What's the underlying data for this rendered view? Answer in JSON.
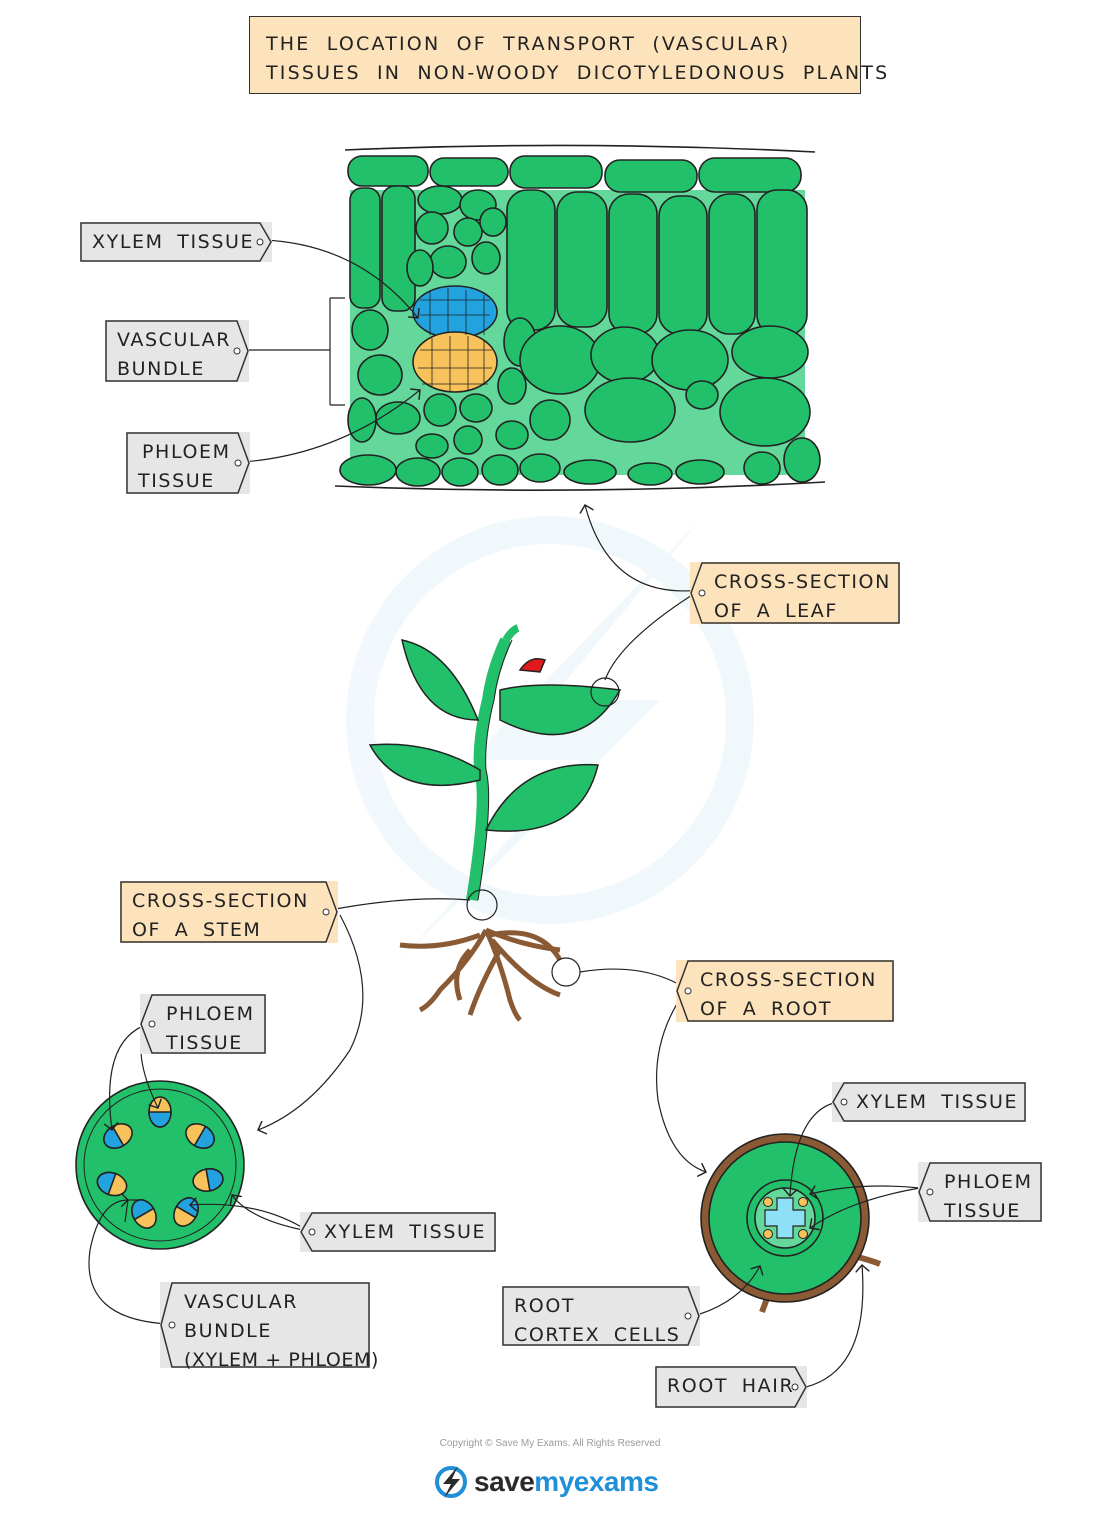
{
  "title": {
    "line1": "THE  LOCATION  OF  TRANSPORT  (VASCULAR)",
    "line2": "TISSUES  IN  NON-WOODY  DICOTYLEDONOUS  PLANTS"
  },
  "leaf_labels": {
    "xylem": "XYLEM TISSUE",
    "vascular_1": "VASCULAR",
    "vascular_2": "BUNDLE",
    "phloem_1": "PHLOEM",
    "phloem_2": "TISSUE"
  },
  "leaf_section_label": {
    "line1": "CROSS-SECTION",
    "line2": "OF A LEAF"
  },
  "stem_section_label": {
    "line1": "CROSS-SECTION",
    "line2": "OF A STEM"
  },
  "root_section_label": {
    "line1": "CROSS-SECTION",
    "line2": "OF A ROOT"
  },
  "stem_labels": {
    "phloem_1": "PHLOEM",
    "phloem_2": "TISSUE",
    "xylem": "XYLEM TISSUE",
    "vascular_1": "VASCULAR",
    "vascular_2": "BUNDLE",
    "vascular_3": "(XYLEM + PHLOEM)"
  },
  "root_labels": {
    "xylem": "XYLEM TISSUE",
    "phloem_1": "PHLOEM",
    "phloem_2": "TISSUE",
    "cortex_1": "ROOT",
    "cortex_2": "CORTEX CELLS",
    "hair": "ROOT HAIR"
  },
  "footer": {
    "copyright": "Copyright © Save My Exams. All Rights Reserved",
    "brand_prefix": "save",
    "brand_mid": "my",
    "brand_suffix": "exams"
  },
  "colors": {
    "leaf_green": "#22c06a",
    "light_green": "#63d89a",
    "xylem_blue": "#22a3e0",
    "phloem_yellow": "#f7c25a",
    "root_brown": "#8a5a34",
    "flower_red": "#e0191f",
    "label_grey": "#e6e6e6",
    "label_cream": "#fde3bb"
  },
  "icons": [
    "lightning-bolt-icon"
  ]
}
